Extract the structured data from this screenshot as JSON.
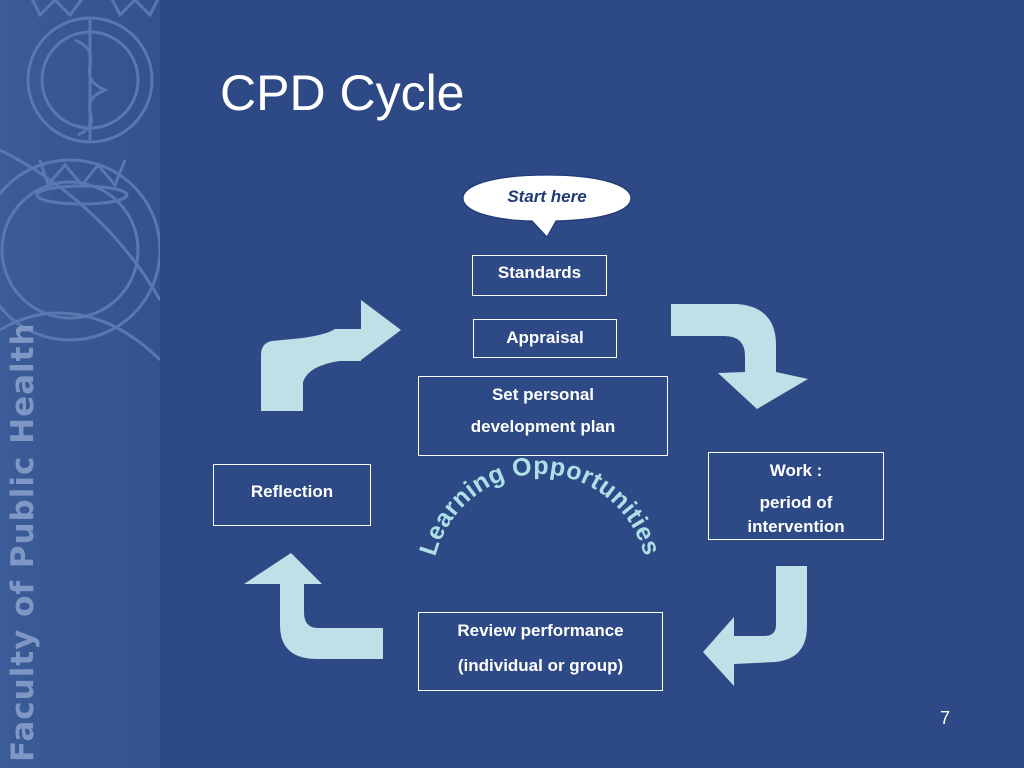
{
  "sidebar": {
    "text": "Faculty of Public Health",
    "crest_icon": "caduceus-crown-crest-icon"
  },
  "slide": {
    "title": "CPD Cycle",
    "page_number": "7"
  },
  "diagram": {
    "start_bubble": "Start here",
    "standards": "Standards",
    "appraisal": "Appraisal",
    "plan": {
      "line1": "Set personal",
      "line2": "development plan"
    },
    "work": {
      "line1": "Work :",
      "line2": "period of",
      "line3": "intervention"
    },
    "reflection": "Reflection",
    "review": {
      "line1": "Review performance",
      "line2": "(individual or group)"
    },
    "arc_text": "Learning Opportunities",
    "arrow_icon": "curved-arrow-icon"
  },
  "colors": {
    "background": "#2e4a86",
    "arrow": "#bfe0e6",
    "arc_text": "#aee0e8",
    "bubble_text": "#1f3a78"
  }
}
